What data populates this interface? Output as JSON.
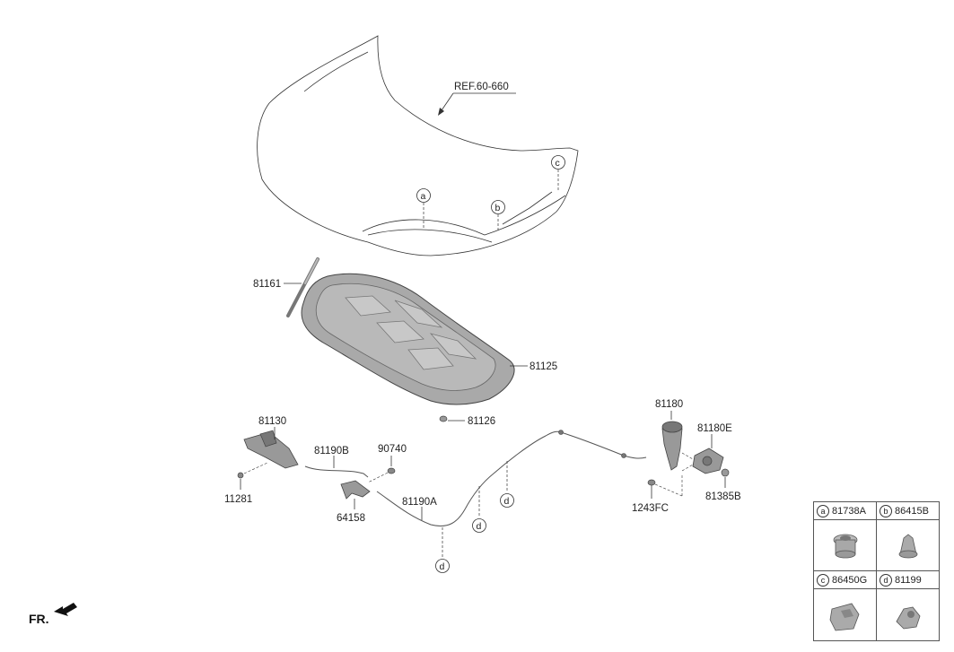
{
  "labels": {
    "ref": "REF.60-660",
    "p81161": "81161",
    "p81125": "81125",
    "p81126": "81126",
    "p81130": "81130",
    "p11281": "11281",
    "p81190B": "81190B",
    "p90740": "90740",
    "p64158": "64158",
    "p81190A": "81190A",
    "p81180": "81180",
    "p81180E": "81180E",
    "p81385B": "81385B",
    "p1243FC": "1243FC",
    "front": "FR."
  },
  "callouts": {
    "a": "a",
    "b": "b",
    "c": "c",
    "d": "d"
  },
  "legend": [
    {
      "letter": "a",
      "part": "81738A"
    },
    {
      "letter": "b",
      "part": "86415B"
    },
    {
      "letter": "c",
      "part": "86450G"
    },
    {
      "letter": "d",
      "part": "81199"
    }
  ]
}
